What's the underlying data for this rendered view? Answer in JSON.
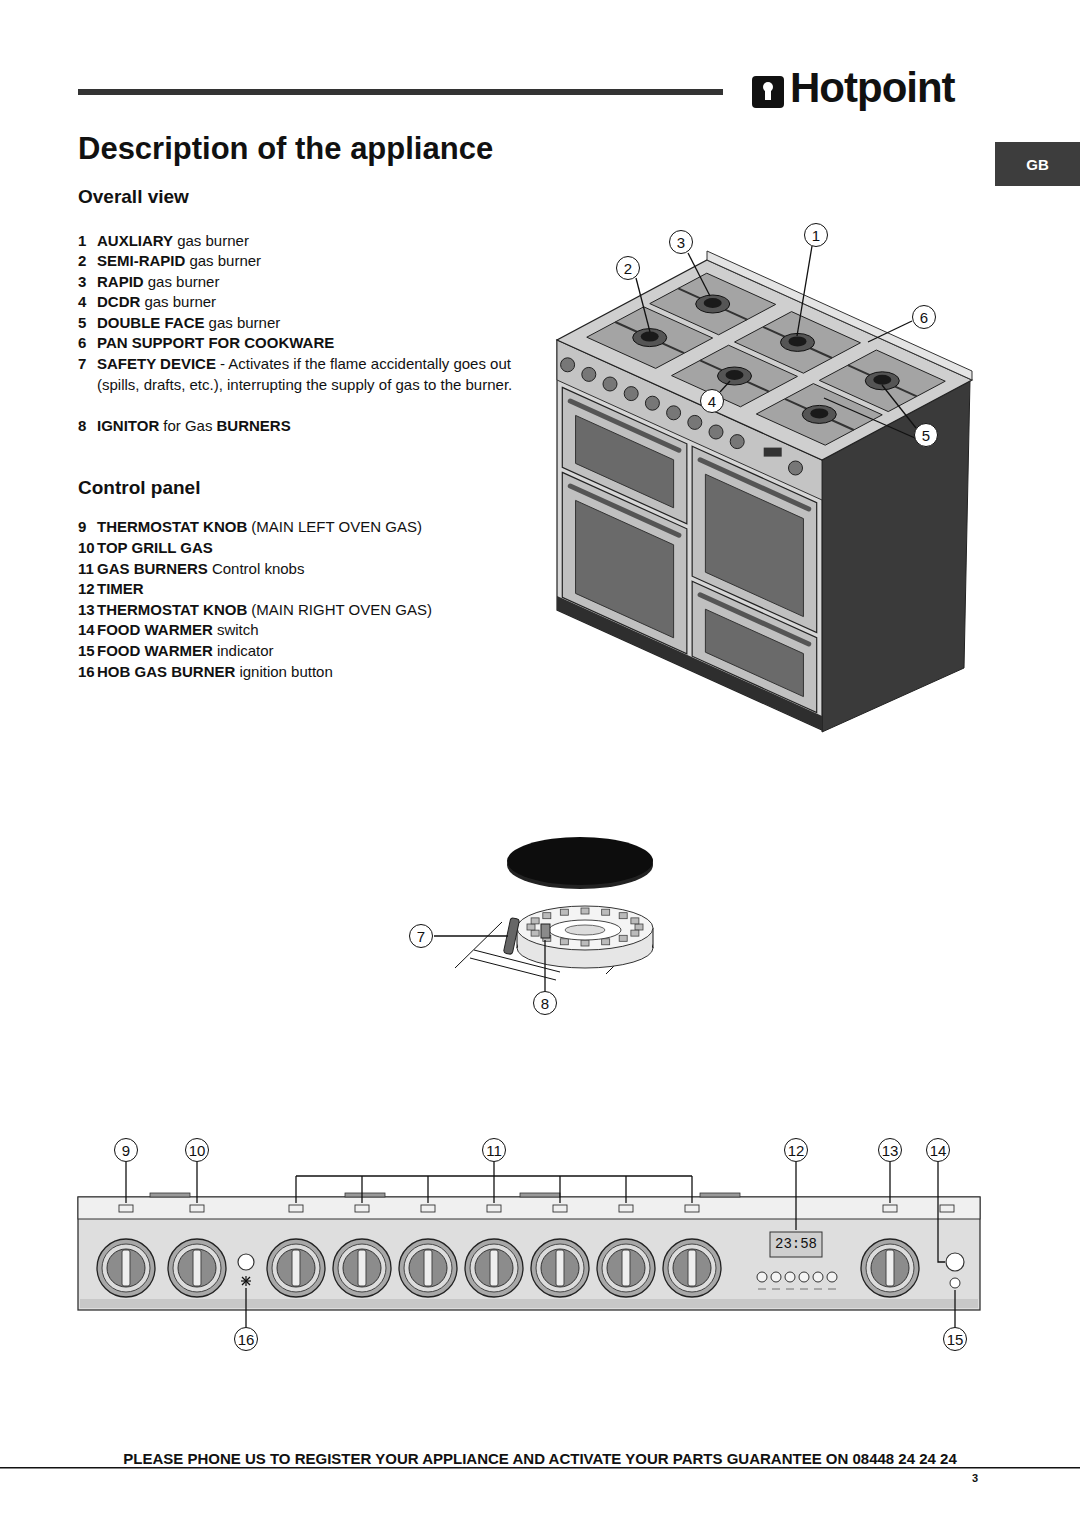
{
  "diagram": {
    "title": "Description of the appliance",
    "nodes": [
      {
        "text": [
          "GB"
        ]
      },
      {
        "text": [
          "3"
        ]
      },
      {
        "text": [
          "2"
        ]
      },
      {
        "text": [
          "1"
        ]
      },
      {
        "text": [
          "6"
        ]
      },
      {
        "text": [
          "4"
        ]
      },
      {
        "text": [
          "5"
        ]
      },
      {
        "text": [
          "7"
        ]
      },
      {
        "text": [
          "8"
        ]
      },
      {
        "text": [
          "9"
        ]
      },
      {
        "text": [
          "10"
        ]
      },
      {
        "text": [
          "11"
        ]
      },
      {
        "text": [
          "12"
        ]
      },
      {
        "text": [
          "13"
        ]
      },
      {
        "text": [
          "14"
        ]
      },
      {
        "text": [
          "16"
        ]
      },
      {
        "text": [
          "15"
        ]
      }
    ],
    "labels": [
      "Hotpoint",
      "Overall view",
      "1",
      "AUXLIARY",
      "gas burner",
      "2",
      "SEMI-RAPID",
      "gas burner",
      "3",
      "RAPID",
      "gas burner",
      "4",
      "DCDR",
      "gas burner",
      "5",
      "DOUBLE FACE",
      "gas burner",
      "6",
      "PAN SUPPORT FOR COOKWARE",
      "7",
      "SAFETY DEVICE",
      "- Activates if the flame accidentally goes out (spills, drafts, etc.), interrupting the supply of gas to the burner.",
      "8",
      "IGNITOR",
      "for Gas",
      "BURNERS",
      "Control panel",
      "9",
      "THERMOSTAT KNOB",
      "(MAIN LEFT OVEN GAS)",
      "10",
      "TOP GRILL GAS",
      "11",
      "GAS BURNERS",
      "Control knobs",
      "12",
      "TIMER",
      "13",
      "THERMOSTAT KNOB",
      "(MAIN RIGHT OVEN GAS)",
      "14",
      "FOOD WARMER",
      "switch",
      "15",
      "FOOD WARMER",
      "indicator",
      "16",
      "HOB GAS BURNER",
      "ignition button",
      "23:58",
      "PLEASE PHONE US TO REGISTER YOUR APPLIANCE AND ACTIVATE YOUR PARTS GUARANTEE ON 08448 24 24 24",
      "3"
    ]
  }
}
